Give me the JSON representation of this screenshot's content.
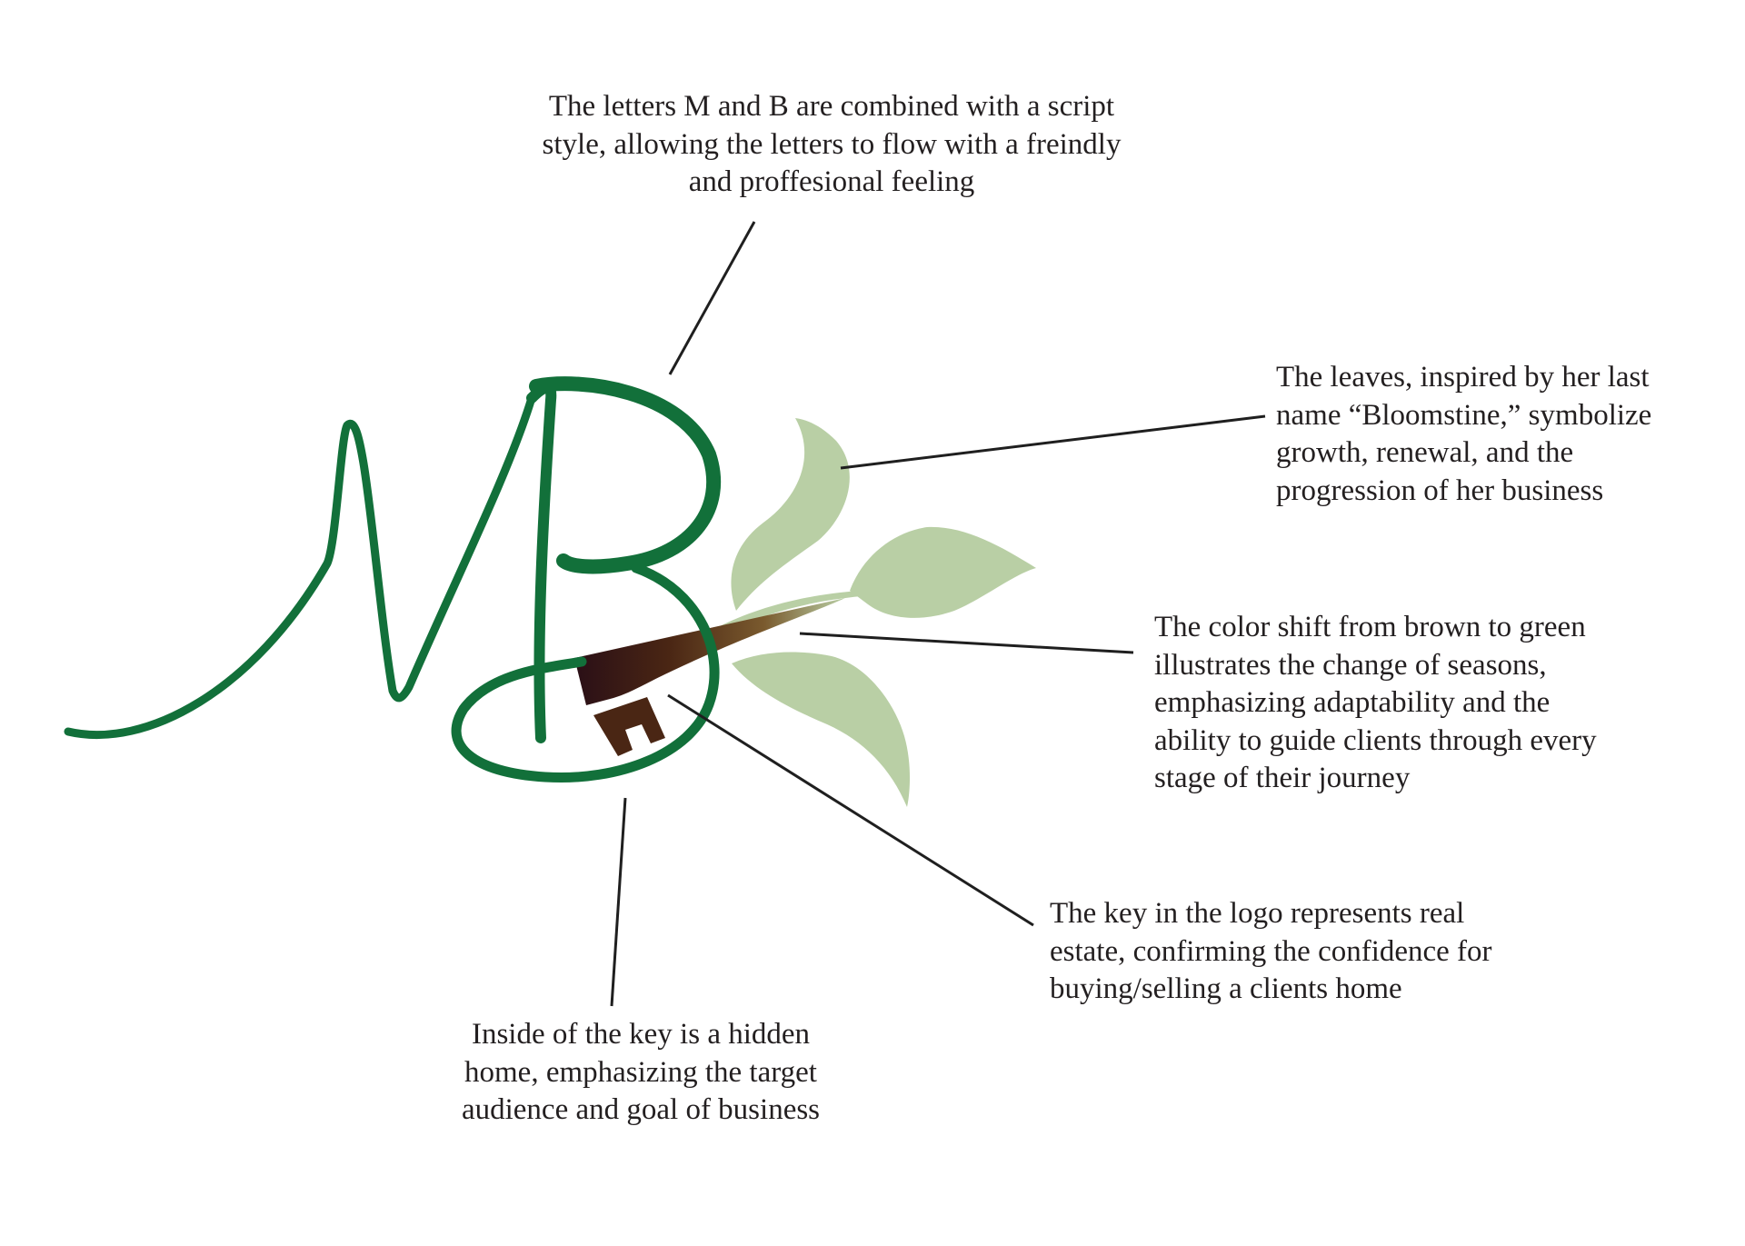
{
  "brand": {
    "logo_monogram": "MB",
    "colors": {
      "monogram_green": "#12703a",
      "leaf_green": "#b9cfa5",
      "key_brown_dark": "#2a0f16",
      "key_brown": "#4a2614",
      "connector_line": "#1f1f1f"
    }
  },
  "annotations": {
    "letters": {
      "lines": [
        "The letters M and B are combined with a script",
        "style, allowing the letters to flow with a freindly",
        "and proffesional feeling"
      ]
    },
    "leaves": {
      "lines": [
        "The leaves, inspired by her last",
        "name “Bloomstine,” symbolize",
        "growth, renewal, and the",
        "progression of her business"
      ]
    },
    "color_shift": {
      "lines": [
        "The color shift from brown to green",
        "illustrates the change of seasons,",
        "emphasizing adaptability and the",
        "ability to guide clients through every",
        "stage of their journey"
      ]
    },
    "key": {
      "lines": [
        "The key in the logo represents real",
        "estate, confirming the confidence for",
        "buying/selling a clients home"
      ]
    },
    "home": {
      "lines": [
        "Inside of the key is a hidden",
        "home, emphasizing the target",
        "audience and goal of business"
      ]
    }
  }
}
